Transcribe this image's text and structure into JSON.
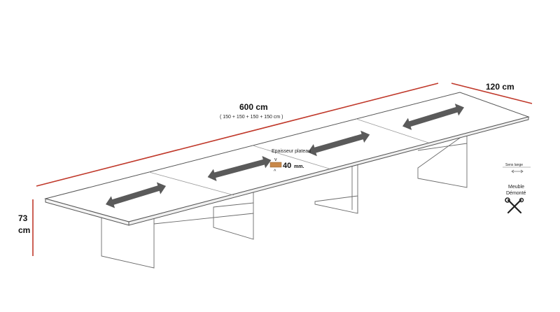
{
  "dimensions": {
    "length": "600 cm",
    "length_breakdown": "( 150 + 150 + 150 + 150  cm )",
    "width": "120 cm",
    "height_value": "73",
    "height_unit": "cm"
  },
  "thickness": {
    "label": "Epaisseur plateau",
    "value": "40",
    "unit": "mm."
  },
  "legend": {
    "sens_label": "Sens lange",
    "assembly_line1": "Meuble",
    "assembly_line2": "Démonté",
    "assembly_icon": "wrench-screwdriver-icon"
  },
  "colors": {
    "dimension_line": "#c0392b",
    "table_outline": "#555555",
    "arrow": "#5a5a5a",
    "thickness_swatch": "#c8884a"
  }
}
